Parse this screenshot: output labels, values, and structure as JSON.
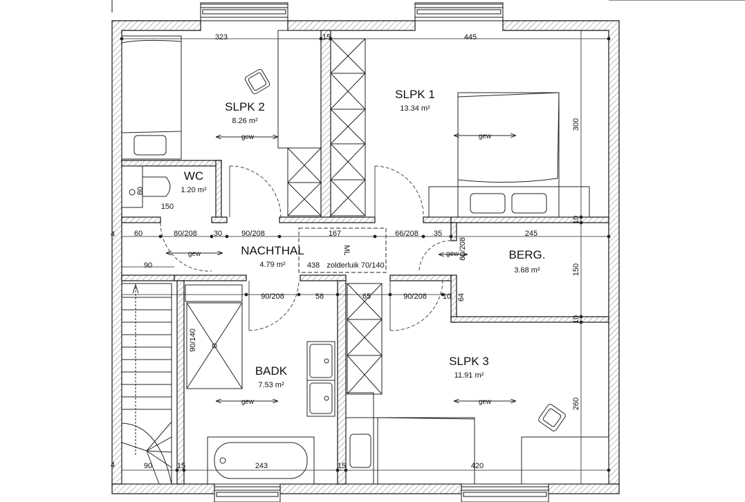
{
  "rooms": {
    "slpk2": {
      "name": "SLPK 2",
      "area": "8.26 m²"
    },
    "slpk1": {
      "name": "SLPK 1",
      "area": "13.34 m²"
    },
    "wc": {
      "name": "WC",
      "area": "1.20 m²"
    },
    "nachthal": {
      "name": "NACHTHAL",
      "area": "4.79 m²"
    },
    "berg": {
      "name": "BERG.",
      "area": "3.68 m²"
    },
    "badk": {
      "name": "BADK",
      "area": "7.53 m²"
    },
    "slpk3": {
      "name": "SLPK 3",
      "area": "11.91 m²"
    }
  },
  "dimensions": {
    "top_323": "323",
    "top_15": "15",
    "top_445": "445",
    "right_300": "300",
    "right_10a": "10",
    "right_150": "150",
    "right_10b": "10",
    "right_260": "260",
    "wc_80": "80",
    "wc_150": "150",
    "hall_4": "4",
    "hall_60": "60",
    "hall_door1": "80/208",
    "hall_30": "30",
    "hall_door2": "90/208",
    "hall_167": "167",
    "hall_door3": "66/208",
    "hall_35": "35",
    "hall_245": "245",
    "berg_door": "80/208",
    "hall_90": "90",
    "hall_438": "438",
    "zolderluik": "zolderluik 70/140",
    "ml": "ML",
    "mid_door1": "90/208",
    "mid_58": "58",
    "mid_65": "65",
    "mid_door2": "90/208",
    "mid_10": "10",
    "mid_64": "64",
    "shower": "90/140",
    "bot_4": "4",
    "bot_90": "90",
    "bot_15": "15",
    "bot_243": "243",
    "bot_15b": "15",
    "bot_420": "420"
  },
  "labels": {
    "gew": "gew"
  }
}
